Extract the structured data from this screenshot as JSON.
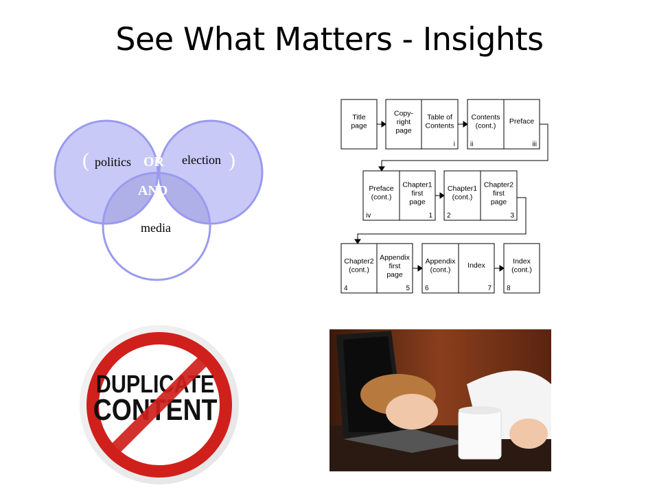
{
  "slide": {
    "title": "See What Matters - Insights"
  },
  "venn": {
    "left_paren": "(",
    "right_paren": ")",
    "term1": "politics",
    "op_or": "OR",
    "term2": "election",
    "op_and": "AND",
    "term3": "media",
    "colors": {
      "fill": "#c9c9f7",
      "overlap": "#b0b0e8",
      "stroke": "#9a9af0"
    }
  },
  "book_diagram": {
    "pages": [
      {
        "label": "Title\npage",
        "num": ""
      },
      {
        "label": "Copy-\nright\npage",
        "num": ""
      },
      {
        "label": "Table of\nContents",
        "num": "i"
      },
      {
        "label": "Contents\n(cont.)",
        "num": "ii"
      },
      {
        "label": "Preface",
        "num": "iii"
      },
      {
        "label": "Preface\n(cont.)",
        "num": "iv"
      },
      {
        "label": "Chapter1\nfirst\npage",
        "num": "1"
      },
      {
        "label": "Chapter1\n(cont.)",
        "num": "2"
      },
      {
        "label": "Chapter2\nfirst\npage",
        "num": "3"
      },
      {
        "label": "Chapter2\n(cont.)",
        "num": "4"
      },
      {
        "label": "Appendix\nfirst\npage",
        "num": "5"
      },
      {
        "label": "Appendix\n(cont.)",
        "num": "6"
      },
      {
        "label": "Index",
        "num": "7"
      },
      {
        "label": "Index\n(cont.)",
        "num": "8"
      }
    ]
  },
  "sign": {
    "line1": "DUPLICATE",
    "line2": "CONTENT",
    "colors": {
      "ring": "#d0201c",
      "text": "#111111"
    }
  }
}
